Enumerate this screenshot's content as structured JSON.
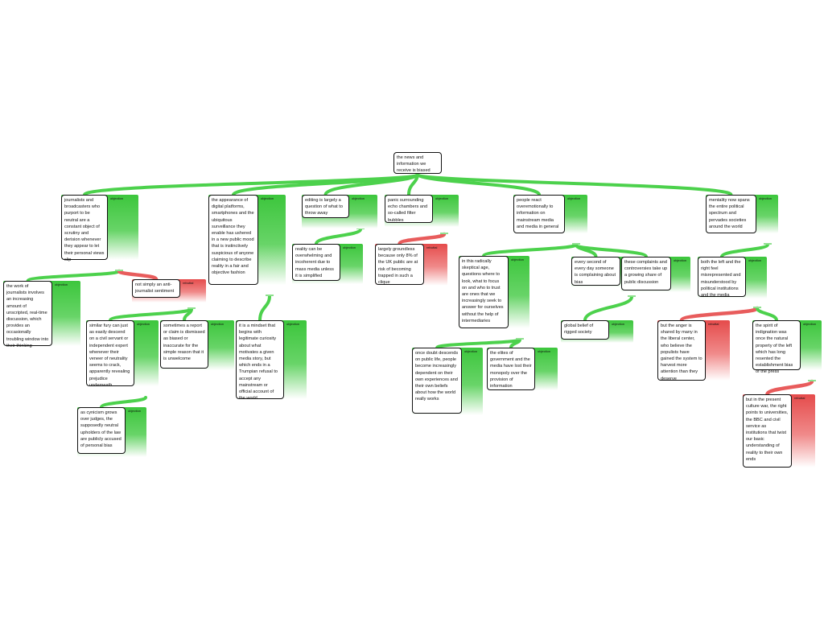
{
  "labels": {
    "objection": "objection",
    "rebuttal": "rebuttal"
  },
  "colors": {
    "objection": "#4cd14c",
    "rebuttal": "#e85c5c",
    "border": "#111111"
  },
  "nodes": {
    "root": {
      "text": "the news and information we receive is biased"
    },
    "j": {
      "text": "journalists and broadcasters who purport to be neutral are a constant object of scrutiny and derision whenever they appear to let their personal views slip",
      "type": "objection"
    },
    "d": {
      "text": "the appearance of digital platforms, smartphones and the ubiquitous surveillance they enable has ushered in a new public mood that is instinctively suspicious of anyone claiming to describe reality in a fair and objective fashion",
      "type": "objection"
    },
    "e": {
      "text": "editing is largely a question of what to throw away",
      "type": "objection"
    },
    "p": {
      "text": "panic surrounding echo chambers and so-called filter bubbles",
      "type": "objection"
    },
    "pr": {
      "text": "people react overemotionally to information on mainstream media and media in general",
      "type": "objection"
    },
    "m": {
      "text": "mentality now spans the entire political spectrum and pervades societies around the world",
      "type": "objection"
    },
    "wk": {
      "text": "the work of journalists involves an increasing amount of unscripted, real-time discussion, which provides an occasionally troubling window into their thinking",
      "type": "objection"
    },
    "na": {
      "text": "not simply an anti-journalist sentiment",
      "type": "rebuttal"
    },
    "sf": {
      "text": "similar fury can just as easily descend on a civil servant or independent expert whenever their veneer of neutrality seems to crack, apparently revealing prejudice underneath",
      "type": "objection"
    },
    "sr": {
      "text": "sometimes a report or claim is dismissed as biased or inaccurate for the simple reason that it is unwelcome",
      "type": "objection"
    },
    "ac": {
      "text": "as cynicism grows over judges, the supposedly neutral upholders of the law are publicly accused of personal bias",
      "type": "objection"
    },
    "mi": {
      "text": "it is a mindset that begins with legitimate curiosity about what motivates a given media story, but which ends in a Trumpian refusal to accept any mainstream or official account of the world",
      "type": "objection"
    },
    "rc": {
      "text": "reality can be overwhelming and incoherent due to mass media unless it is simplified",
      "type": "objection"
    },
    "lg": {
      "text": "largely groundless because only 8% of the UK public are at risk of becoming trapped in such a clique",
      "type": "rebuttal"
    },
    "rs": {
      "text": "in this radically skeptical age, questions where to look, what to focus on and who to trust are ones that we increasingly seek to answer for ourselves without the help of intermediaries",
      "type": "objection"
    },
    "es": {
      "text": "every second of every day someone is complaining about bias",
      "type": "objection"
    },
    "cc": {
      "text": "these complaints and controversies take up a growing share of public discussion",
      "type": "objection"
    },
    "od": {
      "text": "once doubt descends on public life, people become increasingly dependent on their own experiences and their own beliefs about how the world really works",
      "type": "objection"
    },
    "el": {
      "text": "the elites of government and the media have lost their monopoly over the provision of information",
      "type": "objection"
    },
    "gb": {
      "text": "global belief of rigged society",
      "type": "objection"
    },
    "bl": {
      "text": "both the left and the right feel misrepresented and misunderstood by political institutions and the media",
      "type": "objection"
    },
    "an": {
      "text": "but the anger is shared by many in the liberal center, who believe the populists have gained the system to harvest more attention than they deserve",
      "type": "rebuttal"
    },
    "si": {
      "text": "the spirit of indignation was once the natural property of the left which has long resented the establishment bias of the press",
      "type": "objection"
    },
    "bp": {
      "text": "but in the present culture war, the right points to universities, the BBC and civil service as institutions that twist our basic understanding of reality to their own ends",
      "type": "rebuttal"
    }
  }
}
